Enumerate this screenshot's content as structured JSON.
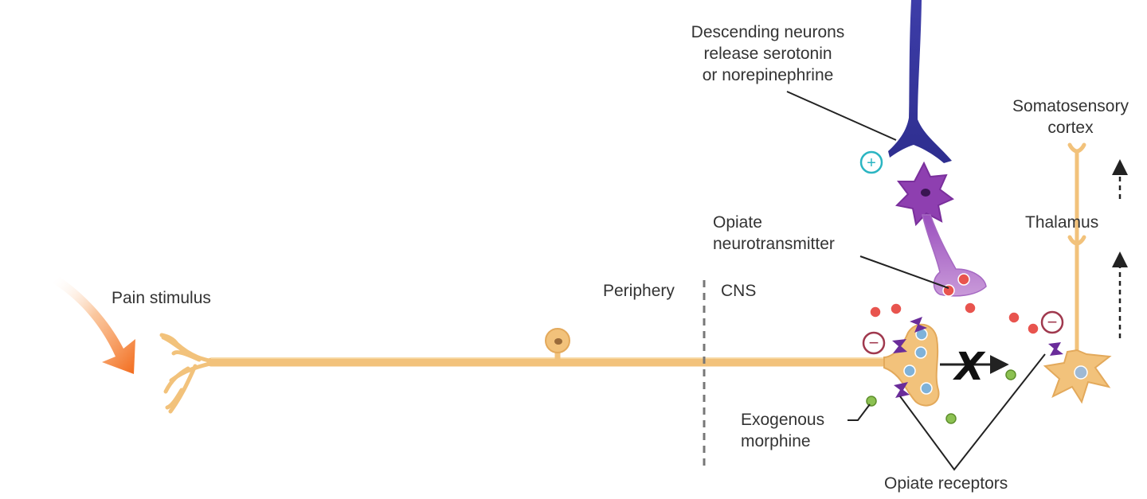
{
  "labels": {
    "pain_stimulus": "Pain stimulus",
    "periphery": "Periphery",
    "cns": "CNS",
    "descending_neurons": [
      "Descending neurons",
      "release serotonin",
      "or norepinephrine"
    ],
    "somatosensory_cortex": [
      "Somatosensory",
      "cortex"
    ],
    "thalamus": "Thalamus",
    "opiate_neurotransmitter": [
      "Opiate",
      "neurotransmitter"
    ],
    "exogenous_morphine": [
      "Exogenous",
      "morphine"
    ],
    "opiate_receptors": "Opiate receptors"
  },
  "symbols": {
    "excitation": "+",
    "inhibition": "−",
    "blocked": "X"
  },
  "colors": {
    "sensory_neuron": "#F2C27B",
    "descending_neuron": "#3D3DA8",
    "interneuron": "#8E3FB0",
    "interneuron_light": "#C48BD6",
    "stimulus_arrow": "#F26A1B",
    "neurotransmitter": "#E8544E",
    "morphine": "#8CC152",
    "receptor": "#6A2C9A",
    "vesicle_blue": "#7FB2D9",
    "plus_ring": "#2BB5C2",
    "minus_ring": "#A0394E"
  }
}
